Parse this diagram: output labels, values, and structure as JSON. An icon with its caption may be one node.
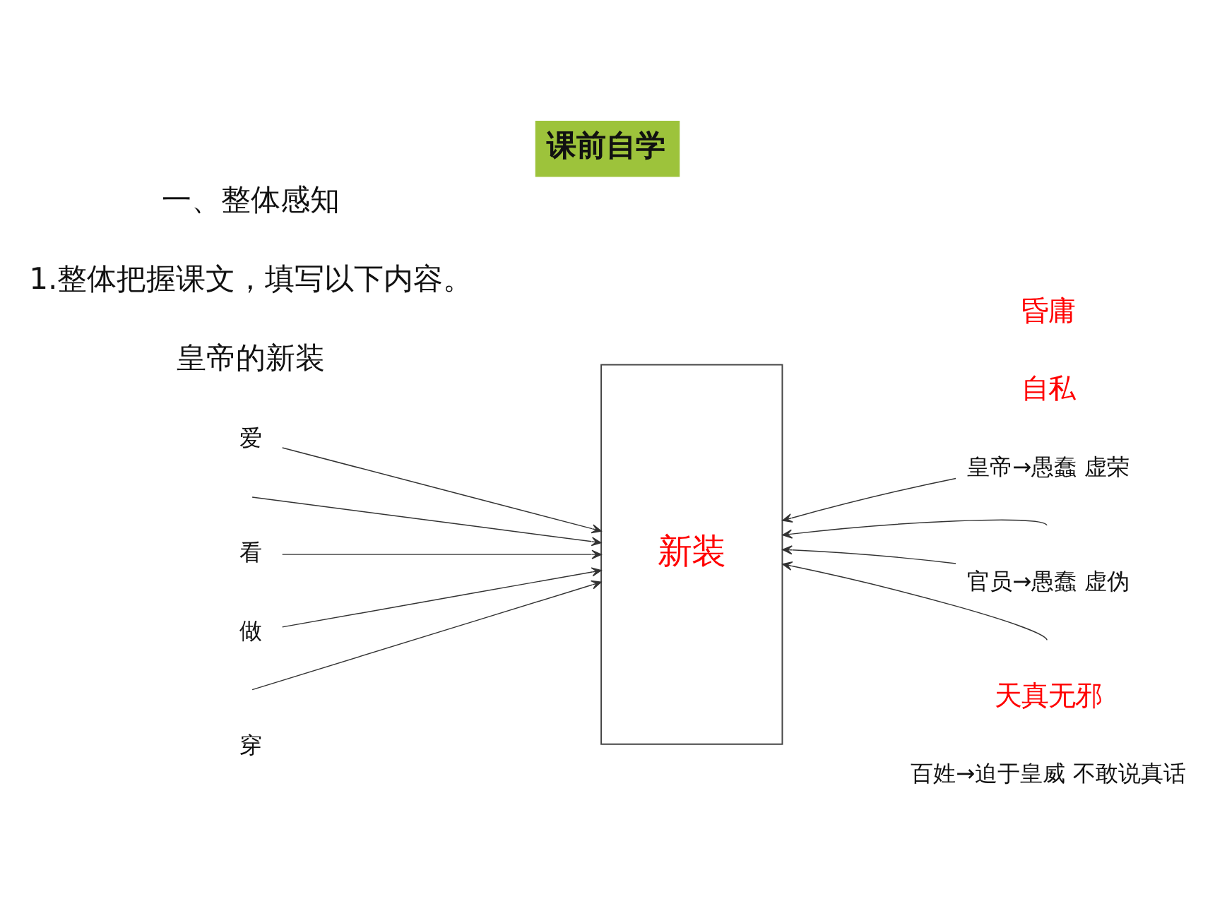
{
  "diagram": {
    "title": "课前自学",
    "nodes": [
      {
        "text": [
          "新装"
        ]
      },
      {
        "text": [
          "爱"
        ]
      },
      {
        "text": [
          "皇帝→愚蠢 虚荣"
        ]
      },
      {
        "text": [
          "看"
        ]
      },
      {
        "text": [
          "做"
        ]
      },
      {
        "text": [
          "官员→愚蠢 虚伪"
        ]
      }
    ],
    "edges": [
      {
        "from": 1,
        "to": 0,
        "arrow": "to"
      },
      {
        "from": null,
        "to": 0,
        "arrow": "to"
      },
      {
        "from": 3,
        "to": 0,
        "arrow": "to"
      },
      {
        "from": 4,
        "to": 0,
        "arrow": "to"
      },
      {
        "from": null,
        "to": 0,
        "arrow": "to"
      },
      {
        "from": 2,
        "to": 0,
        "arrow": "to"
      },
      {
        "from": null,
        "to": 0,
        "arrow": "to"
      },
      {
        "from": 5,
        "to": 0,
        "arrow": "to"
      },
      {
        "from": null,
        "to": 0,
        "arrow": "to"
      }
    ],
    "labels": [
      "一、整体感知",
      "1.整体把握课文，填写以下内容。",
      "昏庸",
      "皇帝的新装",
      "自私",
      "天真无邪",
      "穿",
      "百姓→迫于皇威 不敢说真话"
    ]
  }
}
